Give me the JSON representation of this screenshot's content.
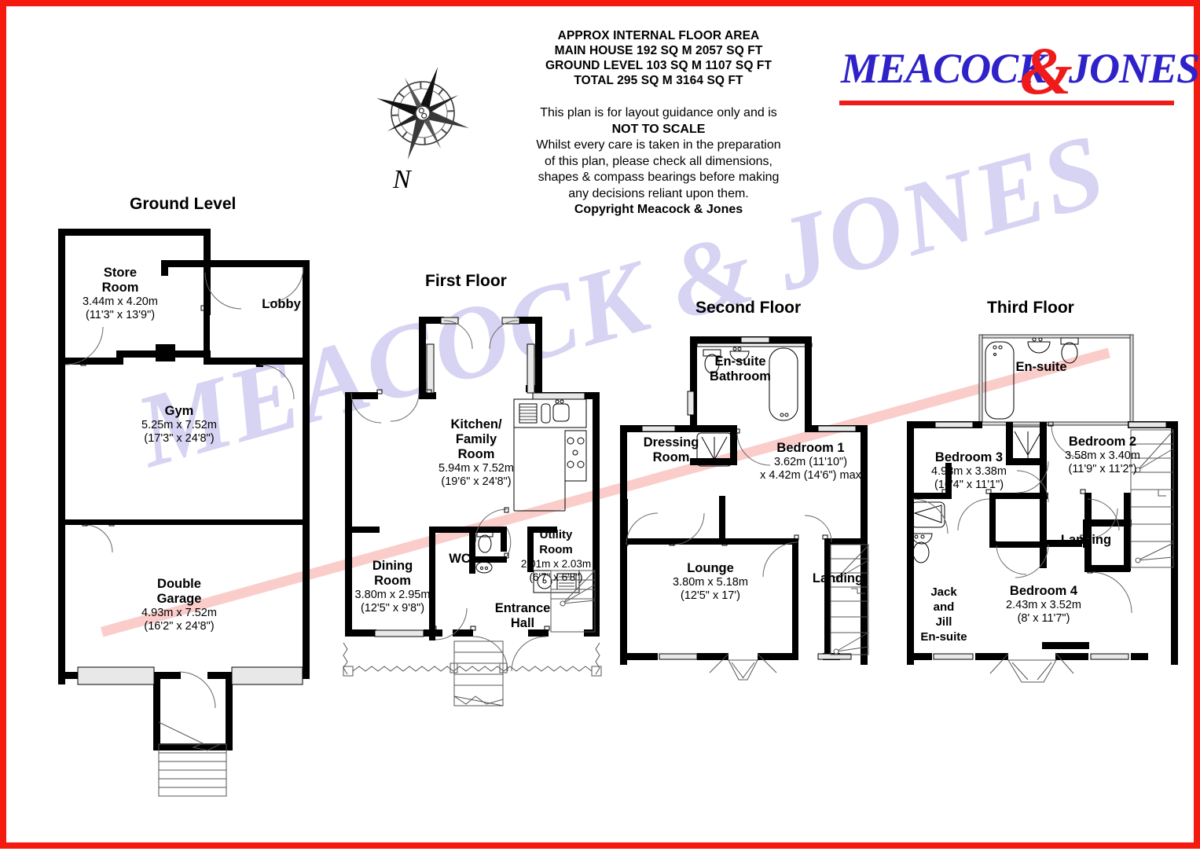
{
  "document": {
    "type": "floor-plan",
    "border_color": "#f41a10"
  },
  "header": {
    "area_lines": [
      "APPROX INTERNAL FLOOR AREA",
      "MAIN HOUSE 192 SQ M 2057 SQ FT",
      "GROUND LEVEL 103 SQ M 1107 SQ FT",
      "TOTAL 295 SQ M 3164 SQ FT"
    ],
    "note_line1": "This plan is for layout guidance only and is",
    "note_bold1": "NOT TO SCALE",
    "note_line2": "Whilst every care is taken in the preparation",
    "note_line3": "of this plan, please check all dimensions,",
    "note_line4": "shapes & compass bearings before making",
    "note_line5": "any decisions reliant upon them.",
    "note_bold2": "Copyright Meacock & Jones"
  },
  "logo": {
    "word1": "MEACOCK",
    "ampersand": "&",
    "word2": "JONES",
    "blue": "#2f22c8",
    "red": "#ef1a1a"
  },
  "compass": {
    "north_label": "N"
  },
  "watermark": {
    "text": "MEACOCK & JONES"
  },
  "plans": [
    {
      "id": "ground-level",
      "title": "Ground Level",
      "rooms": [
        {
          "name": "Store\nRoom",
          "name_line1": "Store",
          "name_line2": "Room",
          "dim_metric": "3.44m x 4.20m",
          "dim_imperial": "(11'3\" x 13'9\")"
        },
        {
          "name": "Lobby",
          "name_line1": "Lobby",
          "dim_metric": "",
          "dim_imperial": ""
        },
        {
          "name": "Gym",
          "name_line1": "Gym",
          "dim_metric": "5.25m x 7.52m",
          "dim_imperial": "(17'3\" x 24'8\")"
        },
        {
          "name": "Double Garage",
          "name_line1": "Double",
          "name_line2": "Garage",
          "dim_metric": "4.93m x 7.52m",
          "dim_imperial": "(16'2\" x 24'8\")"
        }
      ]
    },
    {
      "id": "first-floor",
      "title": "First Floor",
      "rooms": [
        {
          "name": "Kitchen/Family Room",
          "name_line1": "Kitchen/",
          "name_line2": "Family",
          "name_line3": "Room",
          "dim_metric": "5.94m x 7.52m",
          "dim_imperial": "(19'6\" x 24'8\")"
        },
        {
          "name": "Dining Room",
          "name_line1": "Dining",
          "name_line2": "Room",
          "dim_metric": "3.80m x 2.95m",
          "dim_imperial": "(12'5\" x 9'8\")"
        },
        {
          "name": "WC",
          "name_line1": "WC",
          "dim_metric": "",
          "dim_imperial": ""
        },
        {
          "name": "Utility Room",
          "name_line1": "Utility",
          "name_line2": "Room",
          "dim_metric": "2.01m x 2.03m",
          "dim_imperial": "(6'7\" x 6'8\")"
        },
        {
          "name": "Entrance Hall",
          "name_line1": "Entrance",
          "name_line2": "Hall",
          "dim_metric": "",
          "dim_imperial": ""
        }
      ]
    },
    {
      "id": "second-floor",
      "title": "Second Floor",
      "rooms": [
        {
          "name": "En-suite Bathroom",
          "name_line1": "En-suite",
          "name_line2": "Bathroom",
          "dim_metric": "",
          "dim_imperial": ""
        },
        {
          "name": "Dressing Room",
          "name_line1": "Dressing",
          "name_line2": "Room",
          "dim_metric": "",
          "dim_imperial": ""
        },
        {
          "name": "Bedroom 1",
          "name_line1": "Bedroom 1",
          "dim_metric": "3.62m (11'10\")",
          "dim_imperial": "x 4.42m (14'6\") max"
        },
        {
          "name": "Lounge",
          "name_line1": "Lounge",
          "dim_metric": "3.80m x 5.18m",
          "dim_imperial": "(12'5\" x 17')"
        },
        {
          "name": "Landing",
          "name_line1": "Landing",
          "dim_metric": "",
          "dim_imperial": ""
        }
      ]
    },
    {
      "id": "third-floor",
      "title": "Third Floor",
      "rooms": [
        {
          "name": "En-suite",
          "name_line1": "En-suite",
          "dim_metric": "",
          "dim_imperial": ""
        },
        {
          "name": "Bedroom 2",
          "name_line1": "Bedroom 2",
          "dim_metric": "3.58m x 3.40m",
          "dim_imperial": "(11'9\" x 11'2\")"
        },
        {
          "name": "Bedroom 3",
          "name_line1": "Bedroom 3",
          "dim_metric": "4.98m x 3.38m",
          "dim_imperial": "(16'4\" x 11'1\")"
        },
        {
          "name": "Bedroom 4",
          "name_line1": "Bedroom 4",
          "dim_metric": "2.43m x 3.52m",
          "dim_imperial": "(8' x 11'7\")"
        },
        {
          "name": "Landing",
          "name_line1": "Landing",
          "dim_metric": "",
          "dim_imperial": ""
        },
        {
          "name": "Jack and Jill En-suite",
          "name_line1": "Jack",
          "name_line2": "and",
          "name_line3": "Jill",
          "name_line4": "En-suite",
          "dim_metric": "",
          "dim_imperial": ""
        }
      ]
    }
  ]
}
